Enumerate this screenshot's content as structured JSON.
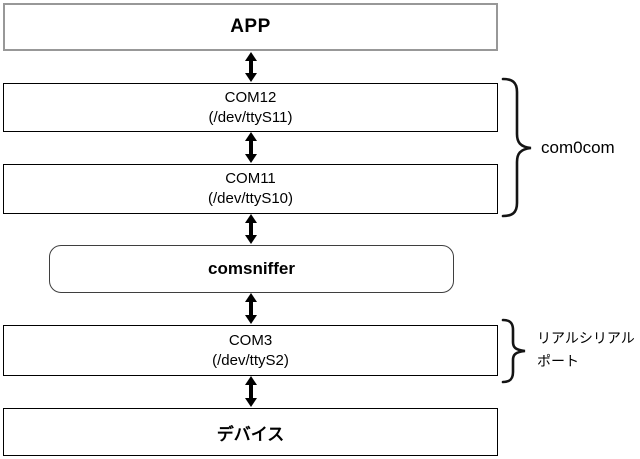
{
  "diagram": {
    "boxes": {
      "app": {
        "label": "APP"
      },
      "com12": {
        "label": "COM12",
        "sublabel": "(/dev/ttyS11)"
      },
      "com11": {
        "label": "COM11",
        "sublabel": "(/dev/ttyS10)"
      },
      "comsniffer": {
        "label": "comsniffer"
      },
      "com3": {
        "label": "COM3",
        "sublabel": "(/dev/ttyS2)"
      },
      "device": {
        "label": "デバイス"
      }
    },
    "braces": {
      "com0com": {
        "label": "com0com"
      },
      "real_serial_port": {
        "label_line1": "リアルシリアル",
        "label_line2": "ポート"
      }
    },
    "icons": {
      "connection_arrow": "double-headed-vertical-arrow",
      "com0com_brace": "right-curly-brace",
      "real_serial_brace": "right-curly-brace"
    },
    "colors": {
      "background": "#ffffff",
      "box_fill": "#ffffff",
      "box_border": "#000000",
      "app_box_border": "#989898",
      "comsniffer_border": "#3f3f3f",
      "text": "#000000",
      "arrow": "#000000",
      "brace": "#141414"
    }
  }
}
